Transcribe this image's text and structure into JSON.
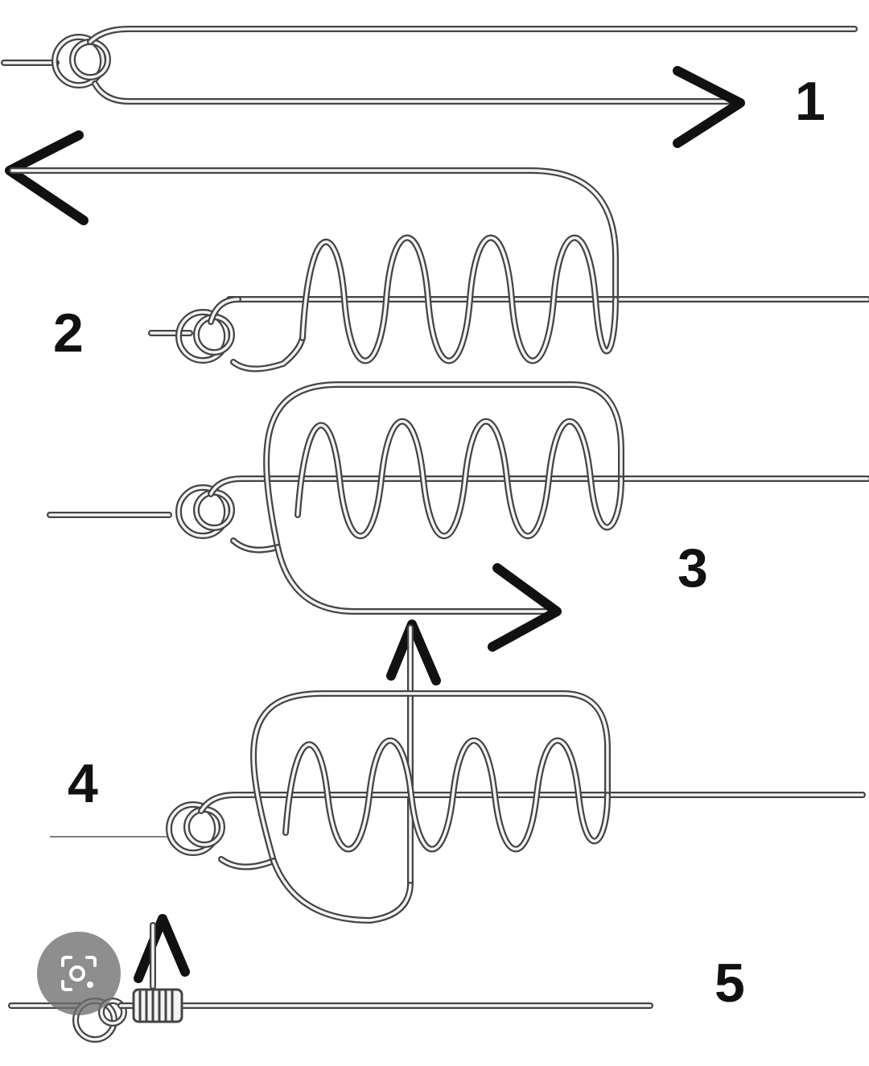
{
  "steps": [
    {
      "label": "1"
    },
    {
      "label": "2"
    },
    {
      "label": "3"
    },
    {
      "label": "4"
    },
    {
      "label": "5"
    }
  ],
  "colors": {
    "line_outer": "#444444",
    "line_inner": "#f4f4f4",
    "arrow": "#111111",
    "lens_bg": "#6e6e6e"
  },
  "icons": {
    "lens": "lens-camera-icon"
  }
}
